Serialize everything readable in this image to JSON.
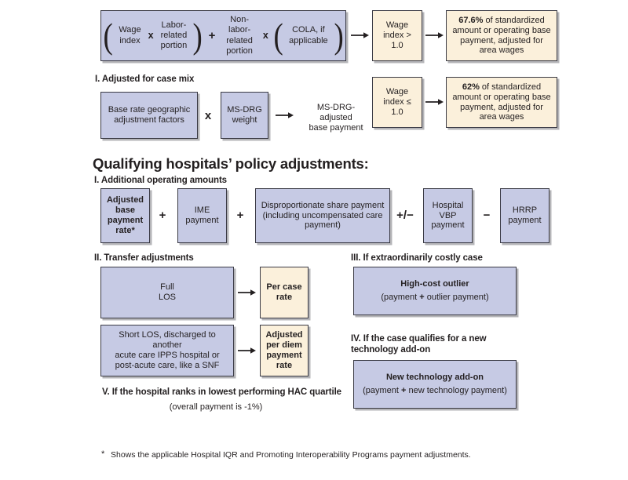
{
  "diagram": {
    "title": "Hospital Inpatient Prospective Payment System payment flow",
    "colors": {
      "blue_box": "#c6cae4",
      "cream_box": "#fbf0db",
      "border": "#3a3a44",
      "text": "#231f20"
    }
  },
  "wage_formula": {
    "open_paren": "(",
    "close_paren": ")",
    "term_wage_index": "Wage\nindex",
    "multiply_1": "x",
    "term_labor_related": "Labor-\nrelated\nportion",
    "plus": "+",
    "term_non_labor_related": "Non-labor-\nrelated\nportion",
    "multiply_2": "x",
    "term_cola": "COLA, if\napplicable"
  },
  "wage_branches": [
    {
      "condition": "Wage\nindex > 1.0",
      "result_pct": "67.6%",
      "result_rest": " of standardized amount or operating base payment, adjusted for area wages"
    },
    {
      "condition": "Wage\nindex ≤ 1.0",
      "result_pct": "62%",
      "result_rest": " of standardized amount or operating base payment, adjusted for area wages"
    }
  ],
  "section_case_mix": {
    "heading": "I. Adjusted for case mix",
    "box_geographic": "Base rate geographic\nadjustment factors",
    "multiply": "x",
    "box_msdrg_weight": "MS-DRG\nweight",
    "result_text": "MS-DRG-\nadjusted\nbase payment"
  },
  "policy_adjustments": {
    "heading": "Qualifying hospitals’ policy adjustments:",
    "section_i": {
      "heading": "I. Additional operating amounts",
      "box_adjusted_base": "Adjusted\nbase\npayment\nrate*",
      "op_plus_1": "+",
      "box_ime": "IME\npayment",
      "op_plus_2": "+",
      "box_dsh": "Disproportionate share payment\n(including uncompensated care\npayment)",
      "op_plusminus": "+/−",
      "box_vbp": "Hospital\nVBP\npayment",
      "op_minus": "−",
      "box_hrrp": "HRRP\npayment"
    },
    "section_ii": {
      "heading": "II. Transfer adjustments",
      "box_full_los": "Full\nLOS",
      "box_per_case_rate": "Per case\nrate",
      "box_short_los": "Short LOS, discharged to another\nacute care IPPS hospital or\npost-acute care, like a SNF",
      "box_adjusted_per_diem": "Adjusted\nper diem\npayment\nrate"
    },
    "section_iii": {
      "heading": "III. If extraordinarily costly case",
      "box_title": "High-cost outlier",
      "box_prefix": "(payment ",
      "box_plus": "+",
      "box_suffix": " outlier payment)"
    },
    "section_iv": {
      "heading": "IV. If the case qualifies for a new\ntechnology add-on",
      "box_title": "New technology add-on",
      "box_prefix": "(payment ",
      "box_plus": "+",
      "box_suffix": " new technology payment)"
    },
    "section_v": {
      "heading": "V. If the hospital ranks in lowest performing HAC quartile",
      "subtext": "(overall payment is -1%)"
    }
  },
  "footnote": {
    "marker": "*",
    "text": "Shows the applicable Hospital IQR and Promoting Interoperability Programs payment adjustments."
  }
}
